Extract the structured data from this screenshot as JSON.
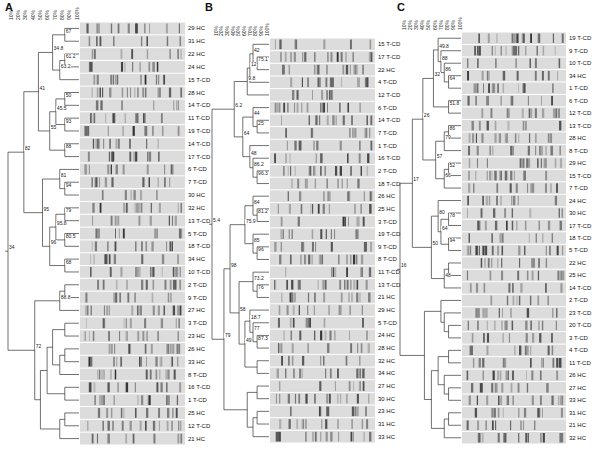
{
  "diagram": {
    "labels": [
      "A",
      "B",
      "C",
      "10%",
      "20%",
      "30%",
      "40%",
      "50%",
      "60%",
      "70%",
      "80%",
      "90%",
      "100%",
      "29 HC",
      "31 HC",
      "22 HC",
      "24 HC",
      "15 T-CD",
      "28 HC",
      "14 T-CD",
      "11 T-CD",
      "19 T-CD",
      "14 T-CD",
      "17 T-CD",
      "6 T-CD",
      "7 T-CD",
      "30 HC",
      "32 HC",
      "13 T-CD",
      "5 T-CD",
      "18 T-CD",
      "34 HC",
      "10 T-CD",
      "2 T-CD",
      "9 T-CD",
      "27 HC",
      "3 T-CD",
      "23 HC",
      "26 HC",
      "33 HC",
      "8 T-CD",
      "16 T-CD",
      "1 T-CD",
      "25 HC",
      "12 T-CD",
      "21 HC",
      "34",
      "82",
      "41",
      "34.8",
      "67",
      "63.2",
      "61.2",
      "55",
      "45.5",
      "50",
      "93",
      "88",
      "95",
      "81",
      "94",
      "96",
      "95.8",
      "79",
      "80.5",
      "68",
      "72",
      "88.8",
      "10%",
      "20%",
      "30%",
      "40%",
      "50%",
      "60%",
      "70%",
      "80%",
      "90%",
      "100%",
      "15 T-CD",
      "17 T-CD",
      "22 HC",
      "4 T-CD",
      "12 T-CD",
      "6 T-CD",
      "14 T-CD",
      "7 T-CD",
      "1 T-CD",
      "16 T-CD",
      "2 T-CD",
      "18 T-CD",
      "26 HC",
      "25 HC",
      "3 T-CD",
      "19 T-CD",
      "9 T-CD",
      "8 T-CD",
      "11 T-CD",
      "13 T-CD",
      "21 HC",
      "29 HC",
      "5 T-CD",
      "24 HC",
      "28 HC",
      "32 HC",
      "34 HC",
      "27 HC",
      "30 HC",
      "23 HC",
      "31 HC",
      "33 HC",
      "5.4",
      "6.2",
      "9.8",
      "12",
      "42",
      "75.1",
      "64",
      "44",
      "25",
      "48",
      "86.2",
      "96.3",
      "79",
      "98",
      "75.9",
      "84",
      "81.2",
      "85",
      "96",
      "58",
      "73.2",
      "76",
      "49",
      "18.7",
      "77",
      "87.3",
      "10%",
      "20%",
      "30%",
      "40%",
      "50%",
      "60%",
      "70%",
      "80%",
      "90%",
      "100%",
      "19 T-CD",
      "9 T-CD",
      "10 T-CD",
      "34 HC",
      "1 T-CD",
      "6 T-CD",
      "12 T-CD",
      "13 T-CD",
      "28 HC",
      "8 T-CD",
      "29 HC",
      "15 T-CD",
      "7 T-CD",
      "24 HC",
      "30 HC",
      "17 T-CD",
      "18 T-CD",
      "5 T-CD",
      "22 HC",
      "25 HC",
      "14 T-CD",
      "2 T-CD",
      "23 T-CD",
      "20 T-CD",
      "3 T-CD",
      "4 T-CD",
      "11 T-CD",
      "26 HC",
      "27 HC",
      "33 HC",
      "31 HC",
      "21 HC",
      "32 HC",
      "16",
      "17",
      "26",
      "32",
      "49.8",
      "88",
      "86",
      "64",
      "51.8",
      "57",
      "79",
      "86",
      "66",
      "52",
      "50",
      "80",
      "64",
      "78",
      "94",
      "48"
    ]
  }
}
